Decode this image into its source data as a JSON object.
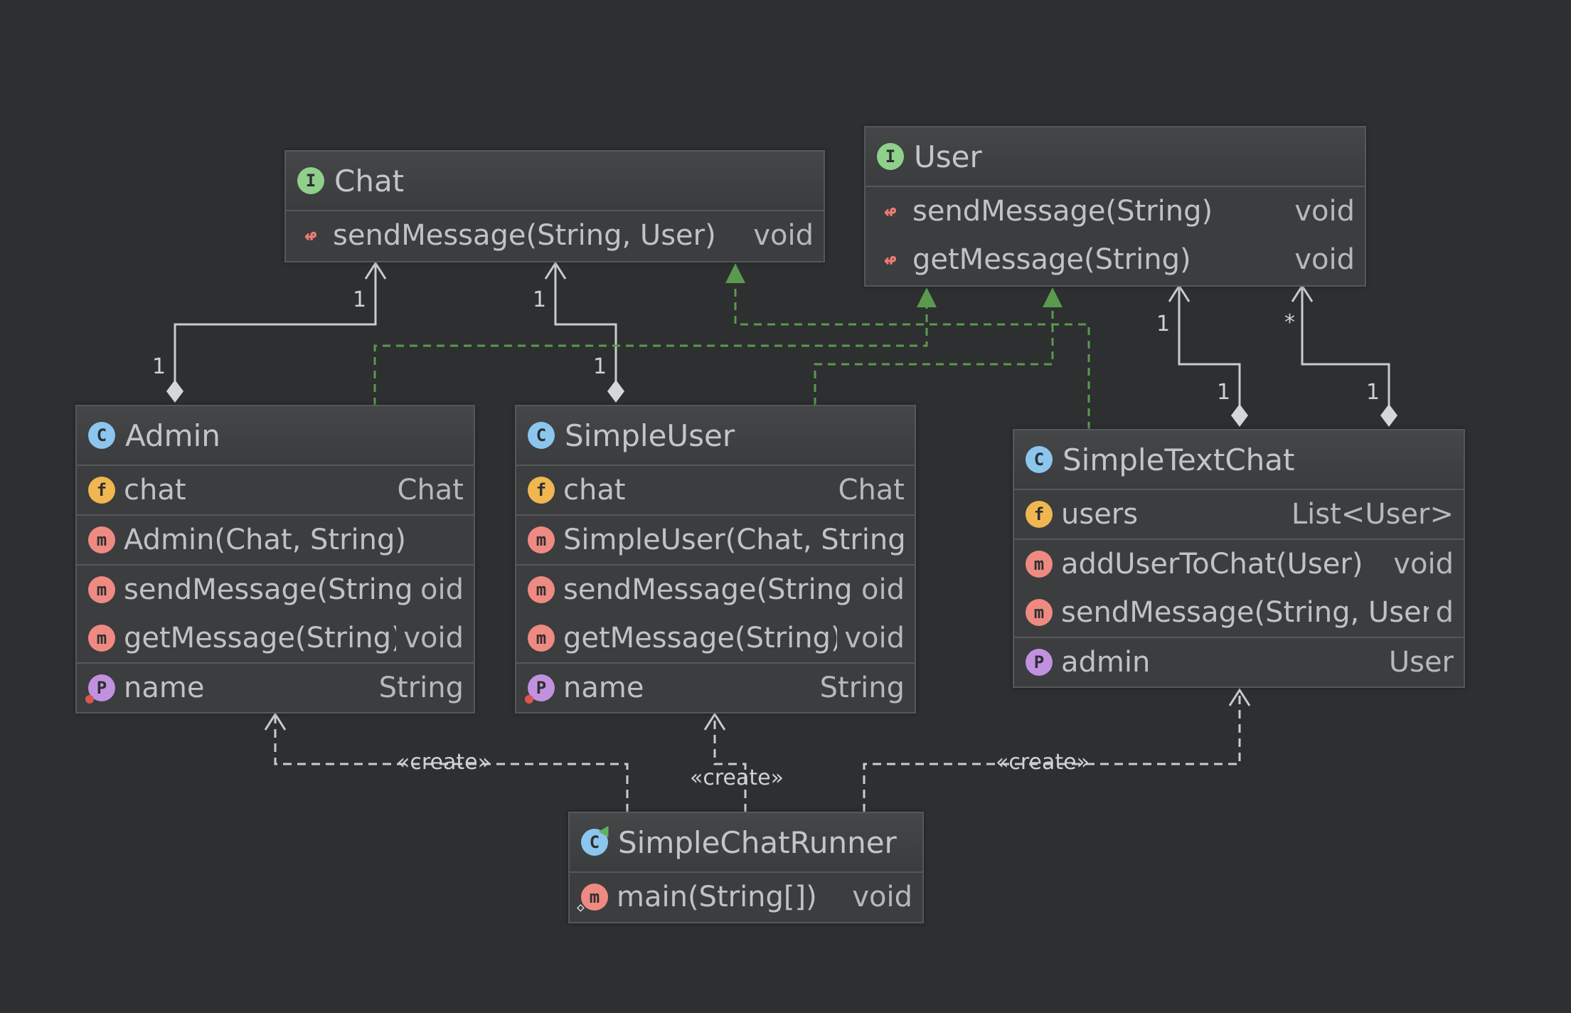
{
  "classes": {
    "chat": {
      "title": "Chat",
      "kind_icon": "interface-icon",
      "members": [
        {
          "icon": "abstract-method-icon",
          "name": "sendMessage(String, User)",
          "type": "void"
        }
      ]
    },
    "user": {
      "title": "User",
      "kind_icon": "interface-icon",
      "members": [
        {
          "icon": "abstract-method-icon",
          "name": "sendMessage(String)",
          "type": "void"
        },
        {
          "icon": "abstract-method-icon",
          "name": "getMessage(String)",
          "type": "void"
        }
      ]
    },
    "admin": {
      "title": "Admin",
      "kind_icon": "class-icon",
      "fields": [
        {
          "icon": "field-icon",
          "name": "chat",
          "type": "Chat"
        }
      ],
      "constructors": [
        {
          "icon": "method-icon",
          "name": "Admin(Chat, String)",
          "type": ""
        }
      ],
      "methods": [
        {
          "icon": "method-icon",
          "name": "sendMessage(String)",
          "type": "oid"
        },
        {
          "icon": "method-icon",
          "name": "getMessage(String)",
          "type": "void"
        }
      ],
      "properties": [
        {
          "icon": "property-icon",
          "name": "name",
          "type": "String"
        }
      ]
    },
    "simpleuser": {
      "title": "SimpleUser",
      "kind_icon": "class-icon",
      "fields": [
        {
          "icon": "field-icon",
          "name": "chat",
          "type": "Chat"
        }
      ],
      "constructors": [
        {
          "icon": "method-icon",
          "name": "SimpleUser(Chat, String)",
          "type": ""
        }
      ],
      "methods": [
        {
          "icon": "method-icon",
          "name": "sendMessage(String)",
          "type": "oid"
        },
        {
          "icon": "method-icon",
          "name": "getMessage(String)",
          "type": "void"
        }
      ],
      "properties": [
        {
          "icon": "property-icon",
          "name": "name",
          "type": "String"
        }
      ]
    },
    "simpletextchat": {
      "title": "SimpleTextChat",
      "kind_icon": "class-icon",
      "fields": [
        {
          "icon": "field-icon",
          "name": "users",
          "type": "List<User>"
        }
      ],
      "methods": [
        {
          "icon": "method-icon",
          "name": "addUserToChat(User)",
          "type": "void"
        },
        {
          "icon": "method-icon",
          "name": "sendMessage(String, User)",
          "type": "d"
        }
      ],
      "properties": [
        {
          "icon": "property-icon",
          "name": "admin",
          "type": "User"
        }
      ]
    },
    "simplechatrunner": {
      "title": "SimpleChatRunner",
      "kind_icon": "runnable-class-icon",
      "methods": [
        {
          "icon": "static-method-icon",
          "name": "main(String[])",
          "type": "void"
        }
      ]
    }
  },
  "edge_labels": {
    "admin_chat_target": "1",
    "admin_chat_source": "1",
    "simpleuser_chat_target": "1",
    "simpleuser_chat_source": "1",
    "stc_users_target": "1",
    "stc_users_source": "1",
    "stc_admin_target": "*",
    "stc_admin_source": "1",
    "create_admin": "«create»",
    "create_simpleuser": "«create»",
    "create_stc": "«create»"
  },
  "colors": {
    "background": "#2d2f30",
    "edge": "#c9cbcc",
    "realization": "#5a9a4f",
    "interface_icon": "#8fd08b",
    "class_icon": "#8cc6ee",
    "field_icon": "#f0b650",
    "method_icon": "#ef8a82",
    "property_icon": "#c191e0"
  }
}
